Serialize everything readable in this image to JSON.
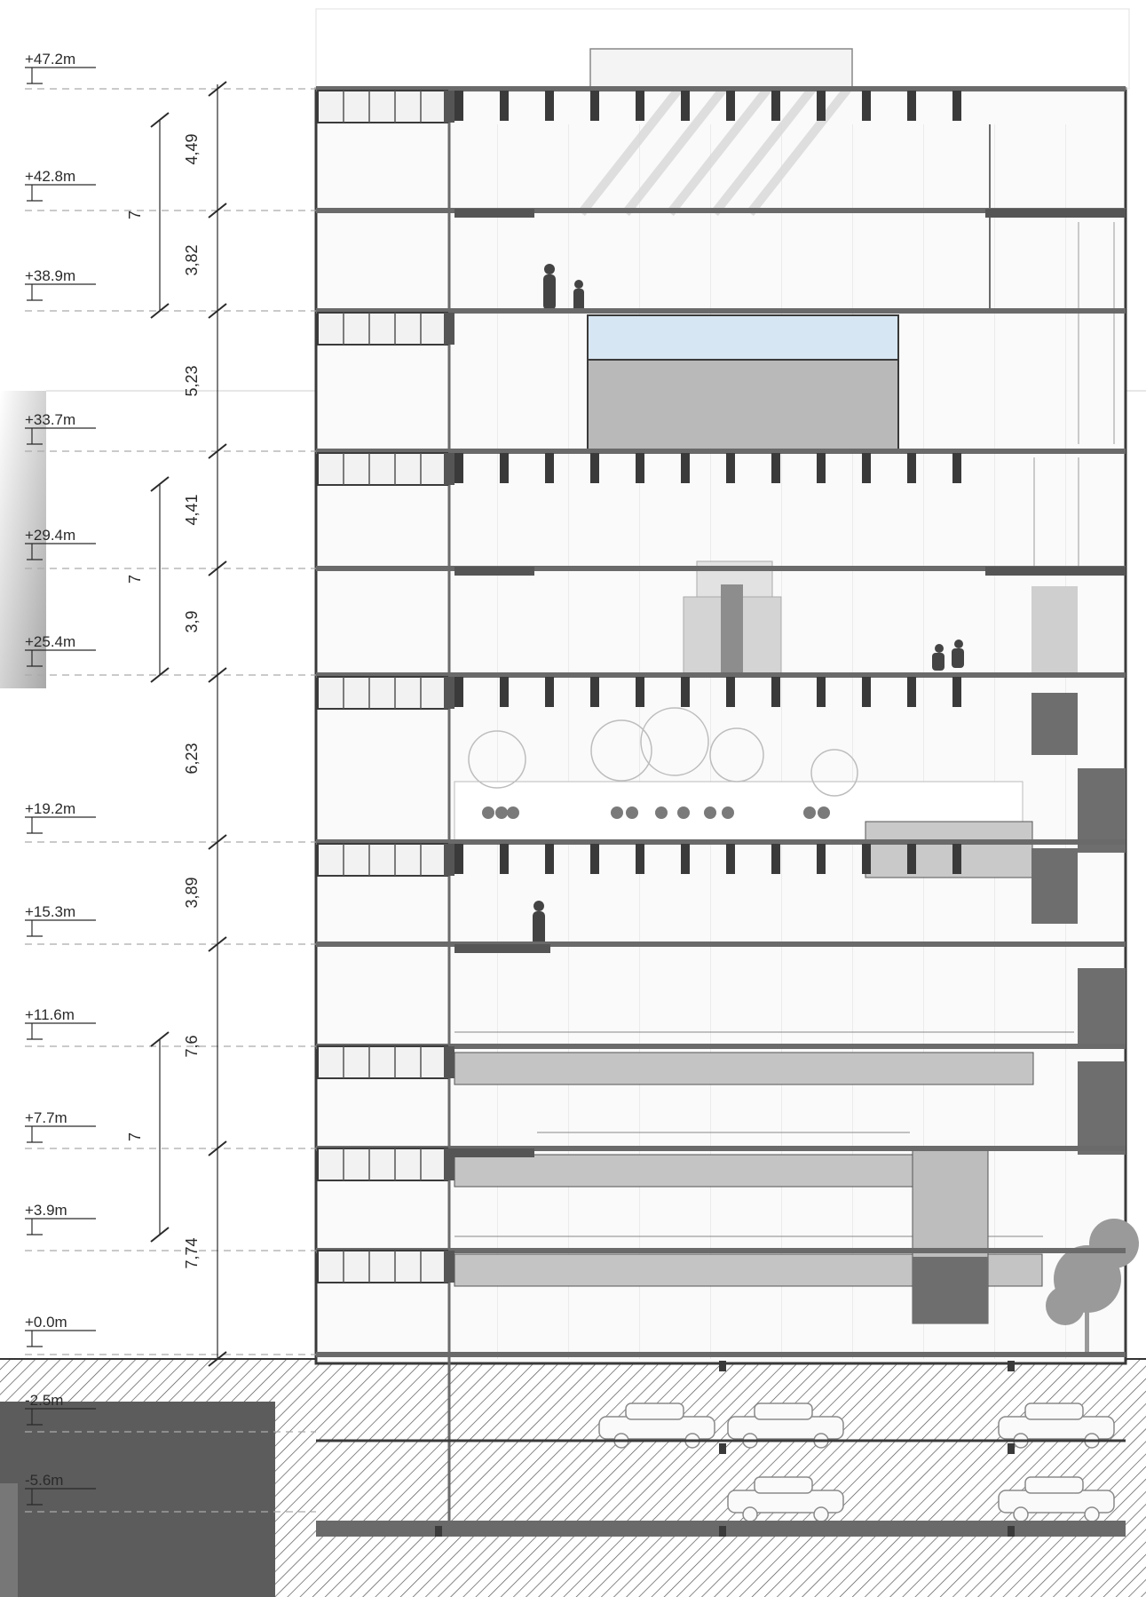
{
  "drawing": {
    "type": "building-section",
    "levels": [
      {
        "label": "+47.2m",
        "value": 47.2
      },
      {
        "label": "+42.8m",
        "value": 42.8
      },
      {
        "label": "+38.9m",
        "value": 38.9
      },
      {
        "label": "+33.7m",
        "value": 33.7
      },
      {
        "label": "+29.4m",
        "value": 29.4
      },
      {
        "label": "+25.4m",
        "value": 25.4
      },
      {
        "label": "+19.2m",
        "value": 19.2
      },
      {
        "label": "+15.3m",
        "value": 15.3
      },
      {
        "label": "+11.6m",
        "value": 11.6
      },
      {
        "label": "+7.7m",
        "value": 7.7
      },
      {
        "label": "+3.9m",
        "value": 3.9
      },
      {
        "label": "+0.0m",
        "value": 0.0
      },
      {
        "label": "-2.5m",
        "value": -2.5
      },
      {
        "label": "-5.6m",
        "value": -5.6
      }
    ],
    "dimensions": [
      {
        "label": "4,49"
      },
      {
        "label": "3,82"
      },
      {
        "label": "5,23"
      },
      {
        "label": "4,41"
      },
      {
        "label": "3,9"
      },
      {
        "label": "6,23"
      },
      {
        "label": "3,89"
      },
      {
        "label": "7,6"
      },
      {
        "label": "7,74"
      }
    ],
    "overall_dimensions": [
      {
        "label": "7"
      },
      {
        "label": "7"
      },
      {
        "label": "7"
      }
    ],
    "colors": {
      "line": "#3a3a3a",
      "slab": "#6a6a6a",
      "pool_water": "#d6e6f2",
      "ramp": "#c4c4c4",
      "stair_dark": "#6e6e6e",
      "ground_dark": "#5c5c5c",
      "hatch": "#555555"
    }
  }
}
